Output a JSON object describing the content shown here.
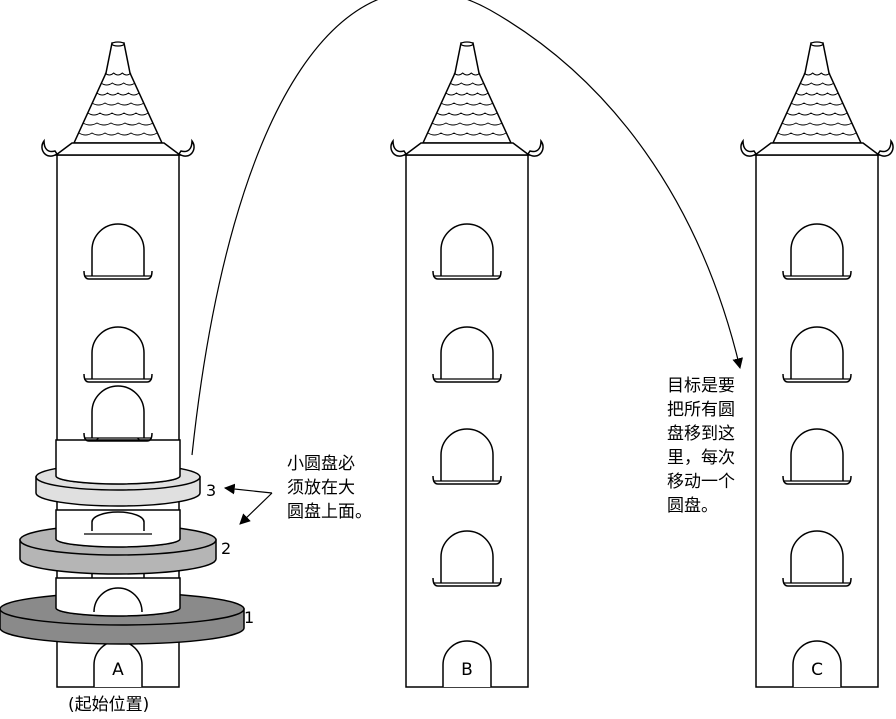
{
  "pegs": [
    {
      "label": "A",
      "sublabel": "(起始位置)"
    },
    {
      "label": "B"
    },
    {
      "label": "C"
    }
  ],
  "disks": [
    {
      "number": "1",
      "color": "#8a8a8a"
    },
    {
      "number": "2",
      "color": "#b5b5b5"
    },
    {
      "number": "3",
      "color": "#e0e0e0"
    }
  ],
  "notes": {
    "rule": [
      "小圆盘必",
      "须放在大",
      "圆盘上面。"
    ],
    "goal": [
      "目标是要",
      "把所有圆",
      "盘移到这",
      "里，每次",
      "移动一个",
      "圆盘。"
    ]
  }
}
